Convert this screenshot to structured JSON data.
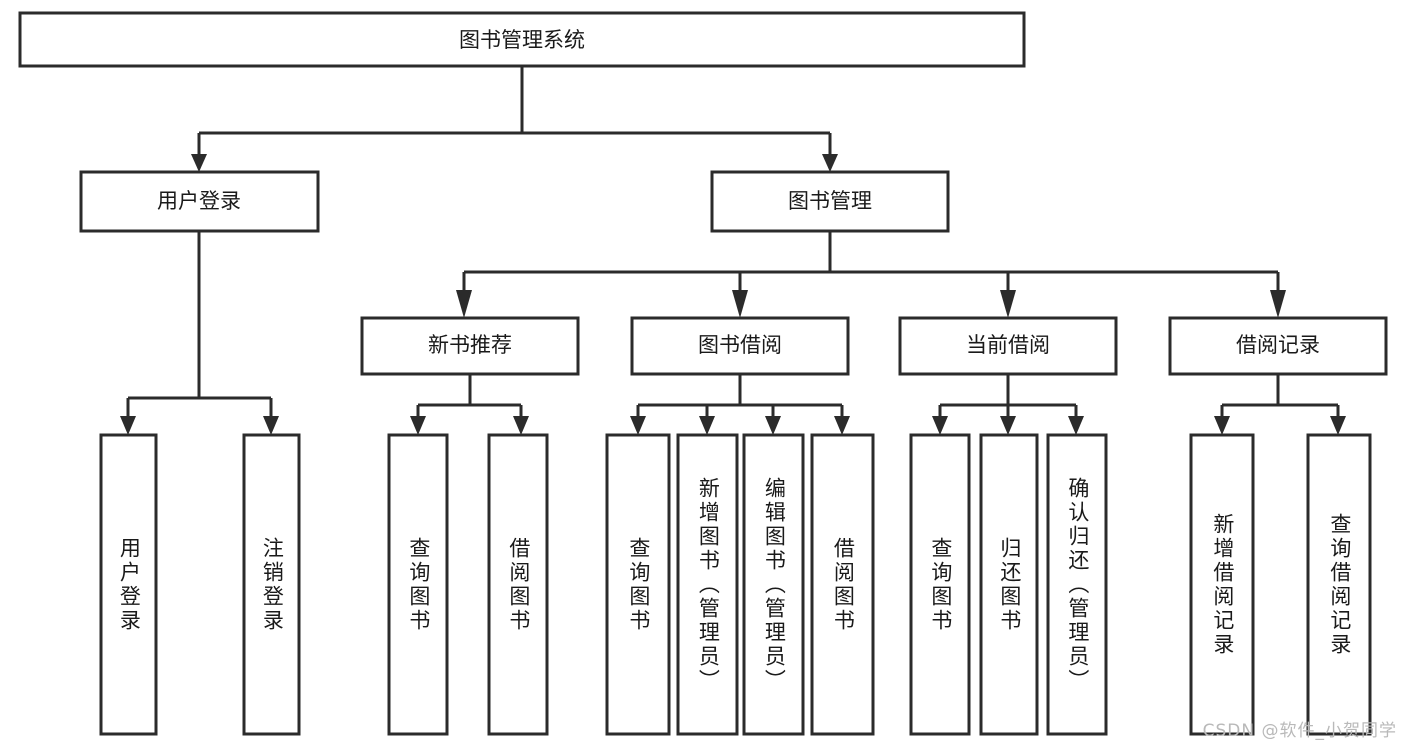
{
  "diagram": {
    "title": "图书管理系统",
    "type": "tree",
    "colors": {
      "box_stroke": "#2b2b2b",
      "box_fill": "#ffffff",
      "text": "#1a1a1a",
      "watermark": "#b9b9b9",
      "background": "#ffffff"
    },
    "root": {
      "label": "图书管理系统"
    },
    "level2": [
      {
        "label": "用户登录"
      },
      {
        "label": "图书管理"
      }
    ],
    "level3": [
      {
        "label": "新书推荐"
      },
      {
        "label": "图书借阅"
      },
      {
        "label": "当前借阅"
      },
      {
        "label": "借阅记录"
      }
    ],
    "leaves": {
      "user_login": [
        {
          "label": "用户登录"
        },
        {
          "label": "注销登录"
        }
      ],
      "new_book": [
        {
          "label": "查询图书"
        },
        {
          "label": "借阅图书"
        }
      ],
      "book_borrow": [
        {
          "label": "查询图书"
        },
        {
          "label": "新增图书（管理员）"
        },
        {
          "label": "编辑图书（管理员）"
        },
        {
          "label": "借阅图书"
        }
      ],
      "current_borrow": [
        {
          "label": "查询图书"
        },
        {
          "label": "归还图书"
        },
        {
          "label": "确认归还（管理员）"
        }
      ],
      "borrow_record": [
        {
          "label": "新增借阅记录"
        },
        {
          "label": "查询借阅记录"
        }
      ]
    }
  },
  "watermark": {
    "text": "CSDN @软件_小贺同学"
  }
}
